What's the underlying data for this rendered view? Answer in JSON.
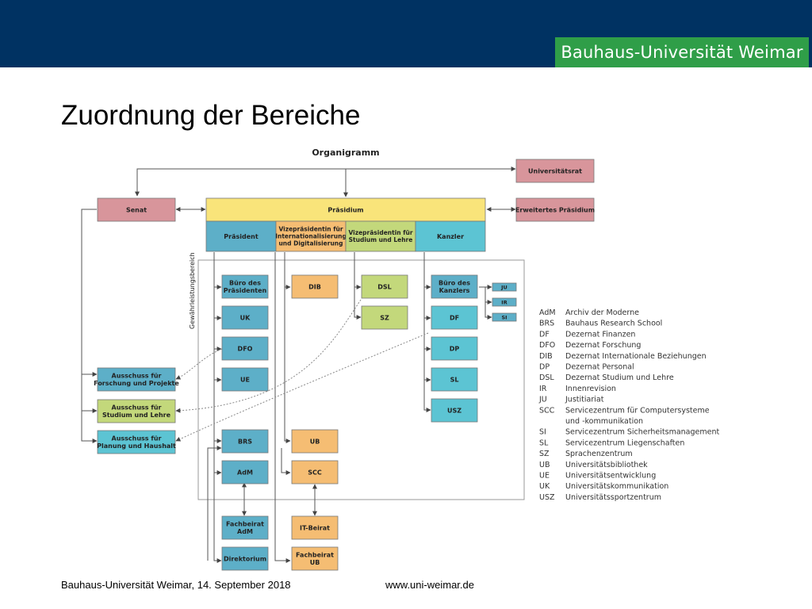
{
  "header": {
    "brand": "Bauhaus-Universität Weimar",
    "title": "Zuordnung der Bereiche"
  },
  "diagram": {
    "title": "Organigramm",
    "side_label": "Gewährleistungsbereich",
    "colors": {
      "pink": "#d8959b",
      "yellow": "#f9e47a",
      "blue": "#5dafc8",
      "orange": "#f5bd73",
      "green": "#c3d87b",
      "teal": "#5cc4d3",
      "line": "#555555"
    },
    "top": {
      "universitaetsrat": "Universitätsrat",
      "senat": "Senat",
      "praesidium": "Präsidium",
      "erweitertes": "Erweitertes Präsidium"
    },
    "leadership": {
      "praesident": "Präsident",
      "vp_int": [
        "Vizepräsidentin für",
        "Internationalisierung",
        "und Digitalisierung"
      ],
      "vp_stud": [
        "Vizepräsidentin für",
        "Studium und Lehre"
      ],
      "kanzler": "Kanzler"
    },
    "committees": {
      "forschung": [
        "Ausschuss für",
        "Forschung und Projekte"
      ],
      "studium": [
        "Ausschuss für",
        "Studium und Lehre"
      ],
      "planung": [
        "Ausschuss für",
        "Planung und Haushalt"
      ]
    },
    "units": {
      "buero_praes": [
        "Büro des",
        "Präsidenten"
      ],
      "uk": "UK",
      "dfo": "DFO",
      "ue": "UE",
      "dib": "DIB",
      "dsl": "DSL",
      "sz": "SZ",
      "buero_kanz": [
        "Büro des",
        "Kanzlers"
      ],
      "df": "DF",
      "dp": "DP",
      "sl": "SL",
      "usz": "USZ",
      "ju": "JU",
      "ir": "IR",
      "si": "SI",
      "brs": "BRS",
      "adm": "AdM",
      "ub": "UB",
      "scc": "SCC",
      "fb_adm": [
        "Fachbeirat",
        "AdM"
      ],
      "direktorium": "Direktorium",
      "it_beirat": "IT-Beirat",
      "fb_ub": [
        "Fachbeirat",
        "UB"
      ]
    },
    "legend": [
      {
        "abbr": "AdM",
        "text": "Archiv der Moderne"
      },
      {
        "abbr": "BRS",
        "text": "Bauhaus Research School"
      },
      {
        "abbr": "DF",
        "text": "Dezernat Finanzen"
      },
      {
        "abbr": "DFO",
        "text": "Dezernat Forschung"
      },
      {
        "abbr": "DIB",
        "text": "Dezernat Internationale Beziehungen"
      },
      {
        "abbr": "DP",
        "text": "Dezernat Personal"
      },
      {
        "abbr": "DSL",
        "text": "Dezernat Studium und Lehre"
      },
      {
        "abbr": "IR",
        "text": "Innenrevision"
      },
      {
        "abbr": "JU",
        "text": "Justitiariat"
      },
      {
        "abbr": "SCC",
        "text": "Servicezentrum für Computersysteme"
      },
      {
        "abbr": "",
        "text": "und -kommunikation"
      },
      {
        "abbr": "SI",
        "text": "Servicezentrum Sicherheitsmanagement"
      },
      {
        "abbr": "SL",
        "text": "Servicezentrum Liegenschaften"
      },
      {
        "abbr": "SZ",
        "text": "Sprachenzentrum"
      },
      {
        "abbr": "UB",
        "text": "Universitätsbibliothek"
      },
      {
        "abbr": "UE",
        "text": "Universitätsentwicklung"
      },
      {
        "abbr": "UK",
        "text": "Universitätskommunikation"
      },
      {
        "abbr": "USZ",
        "text": "Universitätssportzentrum"
      }
    ]
  },
  "footer": {
    "left": "Bauhaus-Universität Weimar, 14. September 2018",
    "right": "www.uni-weimar.de"
  }
}
